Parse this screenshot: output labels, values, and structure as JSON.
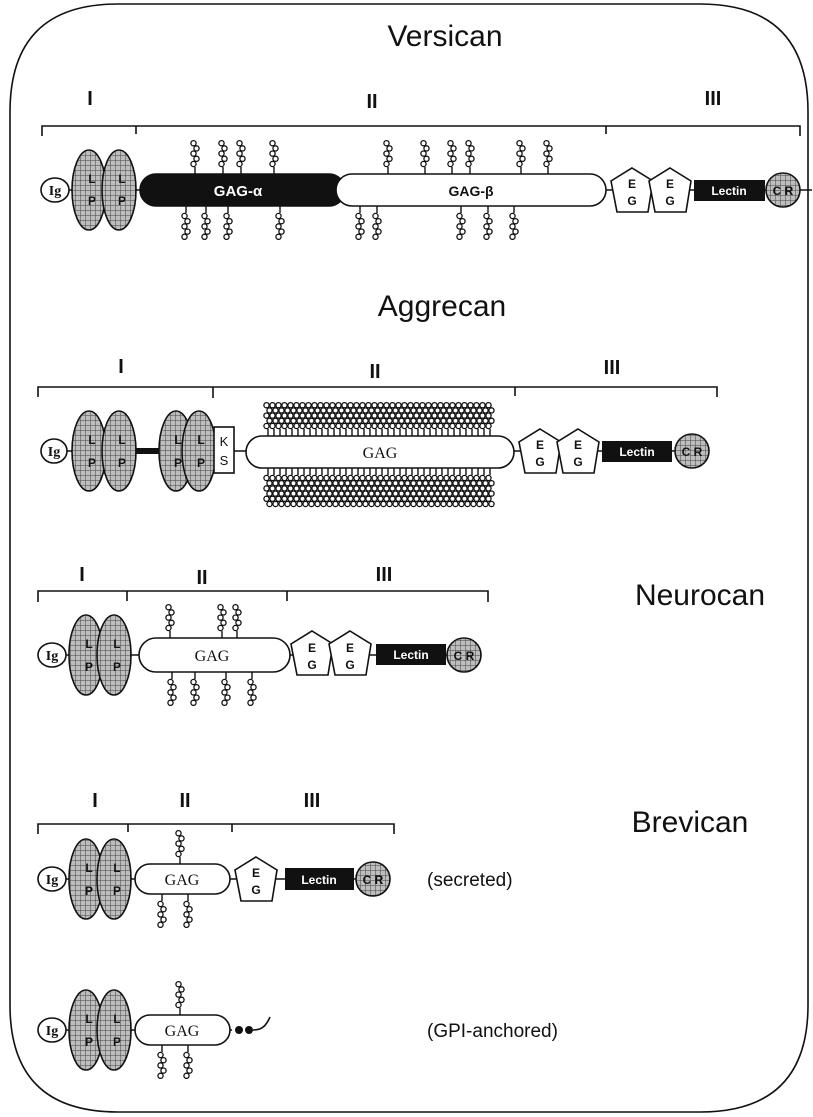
{
  "proteins": [
    {
      "name": "Versican",
      "regions": [
        "I",
        "II",
        "III"
      ],
      "domains": {
        "ig": "Ig",
        "lp_top": "L",
        "lp_bottom": "P",
        "gag_alpha": "GAG-α",
        "gag_beta": "GAG-β",
        "eg_top": "E",
        "eg_bottom": "G",
        "lectin": "Lectin",
        "cr": "C R"
      }
    },
    {
      "name": "Aggrecan",
      "regions": [
        "I",
        "II",
        "III"
      ],
      "domains": {
        "ig": "Ig",
        "lp_top": "L",
        "lp_bottom": "P",
        "ks_top": "K",
        "ks_bottom": "S",
        "gag": "GAG",
        "eg_top": "E",
        "eg_bottom": "G",
        "lectin": "Lectin",
        "cr": "C R"
      }
    },
    {
      "name": "Neurocan",
      "regions": [
        "I",
        "II",
        "III"
      ],
      "domains": {
        "ig": "Ig",
        "lp_top": "L",
        "lp_bottom": "P",
        "gag": "GAG",
        "eg_top": "E",
        "eg_bottom": "G",
        "lectin": "Lectin",
        "cr": "C R"
      }
    },
    {
      "name": "Brevican",
      "regions": [
        "I",
        "II",
        "III"
      ],
      "forms": [
        "(secreted)",
        "(GPI-anchored)"
      ],
      "domains": {
        "ig": "Ig",
        "lp_top": "L",
        "lp_bottom": "P",
        "gag": "GAG",
        "eg_top": "E",
        "eg_bottom": "G",
        "lectin": "Lectin",
        "cr": "C R"
      }
    }
  ],
  "colors": {
    "line": "#111111",
    "fill_dark": "#111111",
    "fill_light": "#ffffff",
    "hatch_bg": "#bdbdbd"
  }
}
